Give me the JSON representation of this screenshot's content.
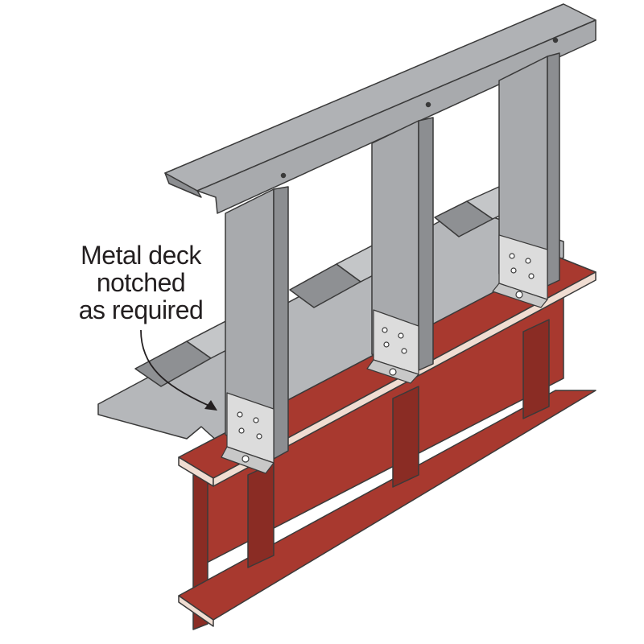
{
  "callout": {
    "lines": [
      "Metal deck",
      "notched",
      "as required"
    ]
  },
  "colors": {
    "background": "#ffffff",
    "stud_face": "#a8aaad",
    "stud_side": "#8c8e91",
    "stud_light": "#c4c6c8",
    "track": "#b0b2b5",
    "deck_top": "#b5b7ba",
    "deck_shade": "#8e9093",
    "beam_red": "#a8392f",
    "beam_dark": "#8a2c24",
    "beam_edge": "#f0ddd2",
    "clip": "#dcdcdc",
    "outline": "#3a3a3a",
    "text": "#231f20"
  },
  "icons": [
    "clip-angle-icon",
    "callout-arrow-icon"
  ]
}
